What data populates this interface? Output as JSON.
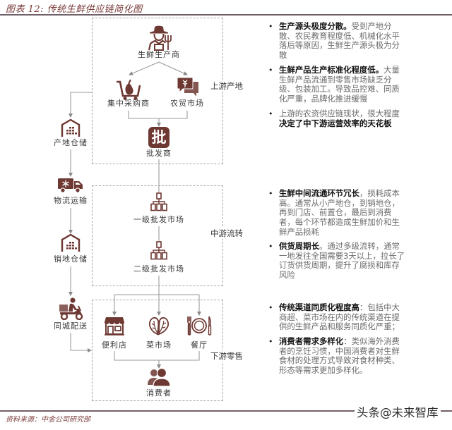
{
  "figure": {
    "title": "图表 12: 传统生鲜供应链简化图",
    "source": "资料来源：中金公司研究部",
    "watermark": "头条@未来智库"
  },
  "colors": {
    "accent": "#6e3833",
    "title": "#7a3b3b",
    "rule": "#6f5f66",
    "connector": "#8a8a8a",
    "body_text": "#6a6a6a",
    "bold_text": "#111111"
  },
  "stages": [
    {
      "label": "上游产地"
    },
    {
      "label": "中游流转"
    },
    {
      "label": "下游零售"
    }
  ],
  "nodes": {
    "producer": {
      "label": "生鲜生产商",
      "icon": "farmer-icon"
    },
    "central_purchaser": {
      "label": "集中采购商",
      "icon": "shopping-cart-icon"
    },
    "farmers_market": {
      "label": "农贸市场",
      "icon": "chat-bubble-plant-icon"
    },
    "wholesaler": {
      "label": "批发商",
      "icon": "wholesale-badge-icon",
      "glyph": "批"
    },
    "primary_wholesale_market": {
      "label": "一级批发市场",
      "icon": "hierarchy-icon"
    },
    "secondary_wholesale_market": {
      "label": "二级批发市场",
      "icon": "hierarchy-icon"
    },
    "convenience_store": {
      "label": "便利店",
      "icon": "storefront-icon"
    },
    "wet_market": {
      "label": "菜市场",
      "icon": "vegetable-icon"
    },
    "restaurant": {
      "label": "餐厅",
      "icon": "plate-fork-knife-icon"
    },
    "consumer": {
      "label": "消费者",
      "icon": "people-icon"
    }
  },
  "logistics": [
    {
      "label": "产地仓储",
      "icon": "warehouse-icon"
    },
    {
      "label": "物流运输",
      "icon": "cold-chain-truck-icon"
    },
    {
      "label": "销地仓储",
      "icon": "warehouse-icon"
    },
    {
      "label": "同城配送",
      "icon": "delivery-scooter-icon"
    }
  ],
  "notes": {
    "upstream": [
      {
        "lines": [
          {
            "b": "生产源头极度分散。",
            "t": "受到产地分"
          },
          {
            "b": "",
            "t": "散、农民教育程度低、机械化水平"
          },
          {
            "b": "",
            "t": "落后等原因，生鲜生产源头极为分"
          },
          {
            "b": "",
            "t": "散"
          }
        ]
      },
      {
        "lines": [
          {
            "b": "生鲜产品生产标准化程度低。",
            "t": "大量"
          },
          {
            "b": "",
            "t": "生鲜产品流通到零售市场缺乏分"
          },
          {
            "b": "",
            "t": "级、包装加工。导致品控难、同质"
          },
          {
            "b": "",
            "t": "化严重，品牌化推进缓慢"
          }
        ]
      },
      {
        "lines": [
          {
            "b": "",
            "t": "上游的农资供应链现状，很大程度"
          },
          {
            "b": "决定了中下游运营效率的天花板",
            "t": ""
          }
        ]
      }
    ],
    "midstream": [
      {
        "lines": [
          {
            "b": "生鲜中间流通环节冗长",
            "t": "，损耗成本"
          },
          {
            "b": "",
            "t": "高。通常从小产地仓，到销地仓，"
          },
          {
            "b": "",
            "t": "再到门店、前置仓，最后到消费"
          },
          {
            "b": "",
            "t": "者，每个环节都造成生鲜加价和生"
          },
          {
            "b": "",
            "t": "鲜产品损耗"
          }
        ]
      },
      {
        "lines": [
          {
            "b": "供货周期长",
            "t": "。通过多级流转，通常"
          },
          {
            "b": "",
            "t": "一地发往全国需要3天以上，拉长了"
          },
          {
            "b": "",
            "t": "订货供货周期，提升了腐损和库存"
          },
          {
            "b": "",
            "t": "风险"
          }
        ]
      }
    ],
    "downstream": [
      {
        "lines": [
          {
            "b": "传统渠道同质化程度高",
            "t": "：包括中大"
          },
          {
            "b": "",
            "t": "商超、菜市场在内的传统渠道在提"
          },
          {
            "b": "",
            "t": "供的生鲜产品和服务同质化严重；"
          }
        ]
      },
      {
        "lines": [
          {
            "b": "消费者需求多样化",
            "t": "：类似海外消费"
          },
          {
            "b": "",
            "t": "者的烹饪习惯，中国消费者对生鲜"
          },
          {
            "b": "",
            "t": "食材的处理方式导致对食材种类、"
          },
          {
            "b": "",
            "t": "形态等需求更加多样化。"
          }
        ]
      }
    ],
    "bullet": "•"
  }
}
